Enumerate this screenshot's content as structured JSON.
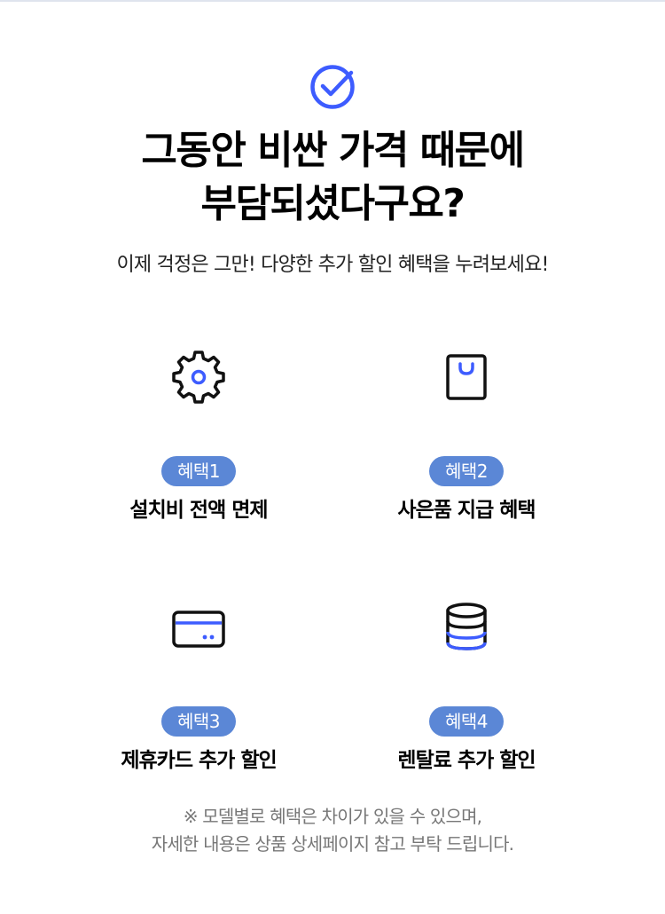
{
  "header": {
    "icon": "check-circle-icon",
    "title_line1": "그동안 비싼 가격 때문에",
    "title_line2": "부담되셨다구요?",
    "subtitle": "이제 걱정은 그만! 다양한 추가 할인 혜택을 누려보세요!"
  },
  "benefits": [
    {
      "icon": "gear-icon",
      "badge": "혜택1",
      "title": "설치비 전액 면제"
    },
    {
      "icon": "shopping-bag-icon",
      "badge": "혜택2",
      "title": "사은품 지급 혜택"
    },
    {
      "icon": "credit-card-icon",
      "badge": "혜택3",
      "title": "제휴카드 추가 할인"
    },
    {
      "icon": "database-coins-icon",
      "badge": "혜택4",
      "title": "렌탈료 추가 할인"
    }
  ],
  "footer": {
    "note_line1": "※ 모델별로 혜택은 차이가 있을 수 있으며,",
    "note_line2": "자세한 내용은 상품 상세페이지 참고 부탁 드립니다."
  },
  "colors": {
    "accent": "#3d5cff",
    "badge": "#5b87d6",
    "text": "#111111",
    "note": "#777777"
  }
}
